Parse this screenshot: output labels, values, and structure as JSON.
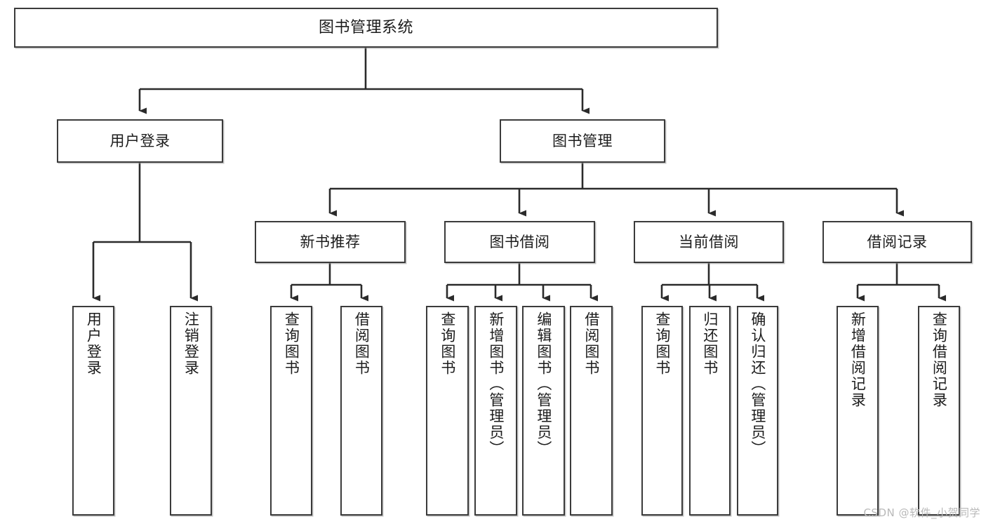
{
  "diagram": {
    "title": "图书管理系统",
    "type": "功能结构图",
    "watermark": "CSDN @软件_小贺同学",
    "colors": {
      "node_border": "#3b3b3b",
      "node_fill": "#ffffff",
      "edge": "#2b2b2b",
      "text": "#1c1c1c",
      "watermark": "#b9b9b9",
      "background": "#ffffff"
    },
    "root": {
      "id": "root",
      "label": "图书管理系统"
    },
    "level2": [
      {
        "id": "login",
        "label": "用户登录"
      },
      {
        "id": "bookmgmt",
        "label": "图书管理"
      }
    ],
    "level3": [
      {
        "id": "newbook",
        "label": "新书推荐",
        "parent": "bookmgmt"
      },
      {
        "id": "borrow",
        "label": "图书借阅",
        "parent": "bookmgmt"
      },
      {
        "id": "current",
        "label": "当前借阅",
        "parent": "bookmgmt"
      },
      {
        "id": "records",
        "label": "借阅记录",
        "parent": "bookmgmt"
      }
    ],
    "leaves": {
      "login": [
        {
          "id": "leaf-user-login",
          "label": "用户登录"
        },
        {
          "id": "leaf-user-logout",
          "label": "注销登录"
        }
      ],
      "newbook": [
        {
          "id": "leaf-newbook-query",
          "label": "查询图书"
        },
        {
          "id": "leaf-newbook-borrow",
          "label": "借阅图书"
        }
      ],
      "borrow": [
        {
          "id": "leaf-borrow-query",
          "label": "查询图书"
        },
        {
          "id": "leaf-borrow-add",
          "label": "新增图书（管理员）"
        },
        {
          "id": "leaf-borrow-edit",
          "label": "编辑图书（管理员）"
        },
        {
          "id": "leaf-borrow-lend",
          "label": "借阅图书"
        }
      ],
      "current": [
        {
          "id": "leaf-current-query",
          "label": "查询图书"
        },
        {
          "id": "leaf-current-return",
          "label": "归还图书"
        },
        {
          "id": "leaf-current-confirm",
          "label": "确认归还（管理员）"
        }
      ],
      "records": [
        {
          "id": "leaf-records-add",
          "label": "新增借阅记录"
        },
        {
          "id": "leaf-records-query",
          "label": "查询借阅记录"
        }
      ]
    }
  }
}
